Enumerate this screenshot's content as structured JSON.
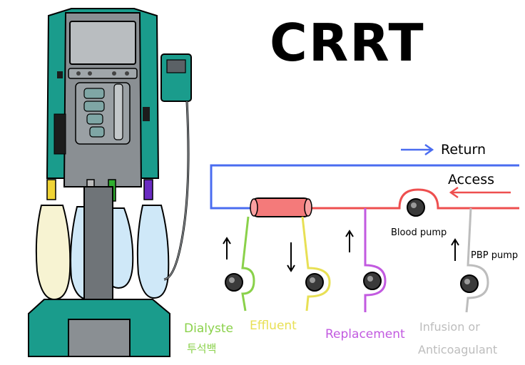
{
  "title": "CRRT",
  "circuit": {
    "return_label": "Return",
    "access_label": "Access",
    "blood_pump_label": "Blood pump",
    "pbp_pump_label": "PBP pump"
  },
  "bags": {
    "dialysate": {
      "label": "Dialyste",
      "sublabel": "투석백",
      "color": "#8ad14a"
    },
    "effluent": {
      "label": "Effluent",
      "color": "#e8e055"
    },
    "replacement": {
      "label": "Replacement",
      "color": "#c25ae0"
    },
    "infusion": {
      "label_line1": "Infusion or",
      "label_line2": "Anticoagulant",
      "color": "#bdbdbd"
    }
  },
  "colors": {
    "return_line": "#4a6cf0",
    "access_line": "#ee4f4f",
    "filter": "#f47a7a",
    "machine": "#1a9c8c",
    "machine_panel": "#8a8f93"
  },
  "icons": [
    "crrt-machine-icon",
    "filter-icon",
    "pump-icon",
    "arrow-up-icon",
    "arrow-down-icon",
    "arrow-right-icon",
    "arrow-left-icon"
  ]
}
